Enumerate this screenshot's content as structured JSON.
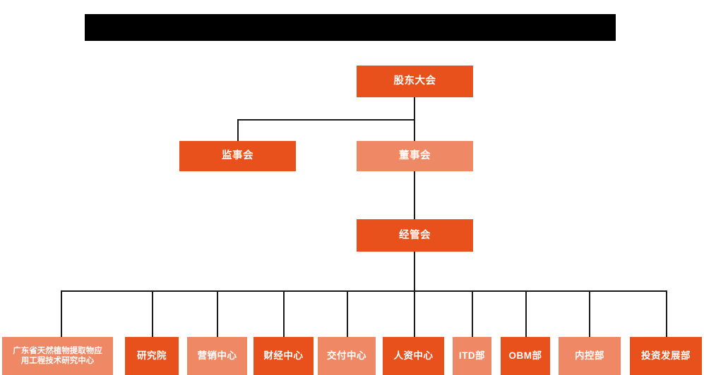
{
  "diagram": {
    "type": "org-chart",
    "title_bar": {
      "label": "",
      "state": "redacted-black-bar"
    },
    "colors": {
      "dark_orange": "#e8501c",
      "light_salmon": "#ee8865",
      "connector": "#1a1a1a",
      "background": "#ffffff",
      "text": "#ffffff",
      "redaction": "#000000"
    },
    "levels": {
      "level1": [
        {
          "id": "shareholders-meeting",
          "label": "股东大会",
          "shade": "dark"
        }
      ],
      "level2": [
        {
          "id": "board-of-supervisors",
          "label": "监事会",
          "shade": "dark"
        },
        {
          "id": "board-of-directors",
          "label": "董事会",
          "shade": "light"
        }
      ],
      "level3": [
        {
          "id": "management-committee",
          "label": "经管会",
          "shade": "dark"
        }
      ],
      "level4": [
        {
          "id": "research-center-guangdong",
          "label": "广东省天然植物提取物应\n用工程技术研究中心",
          "line1": "广东省天然植物提取物应",
          "line2": "用工程技术研究中心",
          "shade": "light"
        },
        {
          "id": "research-institute",
          "label": "研究院",
          "shade": "dark"
        },
        {
          "id": "marketing-center",
          "label": "营销中心",
          "shade": "light"
        },
        {
          "id": "finance-center",
          "label": "财经中心",
          "shade": "dark"
        },
        {
          "id": "delivery-center",
          "label": "交付中心",
          "shade": "light"
        },
        {
          "id": "hr-center",
          "label": "人资中心",
          "shade": "dark"
        },
        {
          "id": "itd-department",
          "label": "ITD部",
          "shade": "light"
        },
        {
          "id": "obm-department",
          "label": "OBM部",
          "shade": "dark"
        },
        {
          "id": "internal-control-department",
          "label": "内控部",
          "shade": "light"
        },
        {
          "id": "investment-development-department",
          "label": "投资发展部",
          "shade": "dark"
        }
      ]
    }
  }
}
